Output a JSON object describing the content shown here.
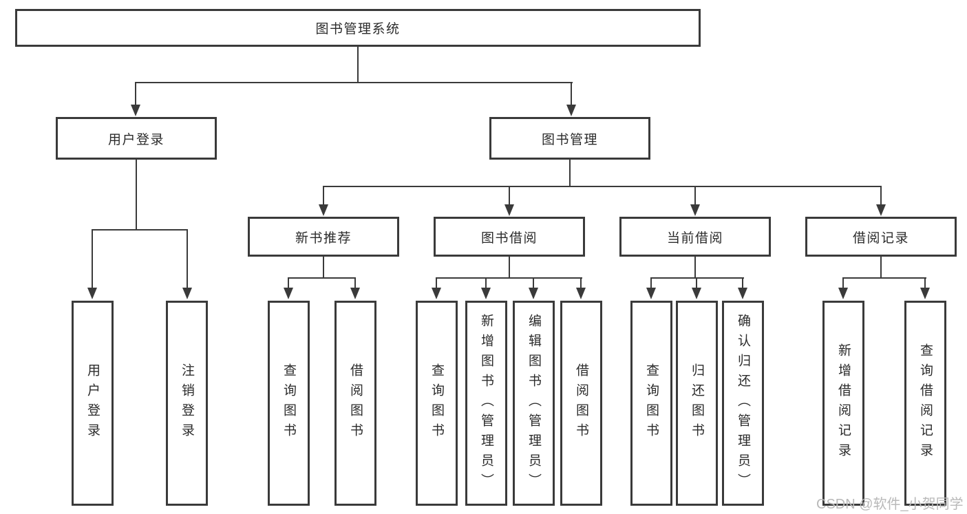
{
  "tree": {
    "root": "图书管理系统",
    "level2": [
      "用户登录",
      "图书管理"
    ],
    "level3": [
      "新书推荐",
      "图书借阅",
      "当前借阅",
      "借阅记录"
    ],
    "leaves": {
      "user_login": [
        "用户登录",
        "注销登录"
      ],
      "new_books": [
        "查询图书",
        "借阅图书"
      ],
      "book_borrow": [
        "查询图书",
        "新增图书（管理员）",
        "编辑图书（管理员）",
        "借阅图书"
      ],
      "current_borrow": [
        "查询图书",
        "归还图书",
        "确认归还（管理员）"
      ],
      "borrow_records": [
        "新增借阅记录",
        "查询借阅记录"
      ]
    }
  },
  "watermark": "CSDN @软件_小贺同学",
  "colors": {
    "line": "#3a3a3a",
    "text": "#2b2b2b",
    "watermark": "#b9b9b9",
    "background": "#ffffff"
  }
}
